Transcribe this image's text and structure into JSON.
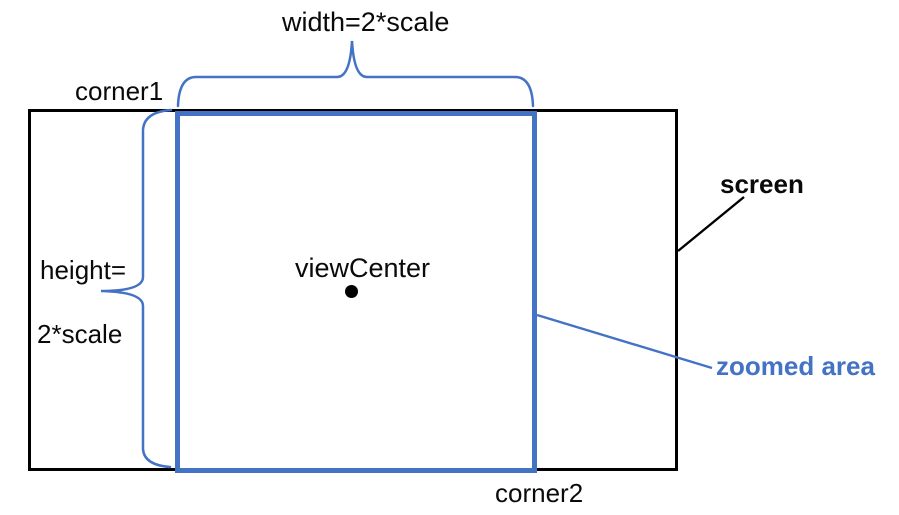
{
  "diagram": {
    "title_context": "screen and zoomed area geometry diagram",
    "labels": {
      "width_formula": "width=2*scale",
      "corner1": "corner1",
      "height_formula_line1": "height=",
      "height_formula_line2": "2*scale",
      "view_center": "viewCenter",
      "screen": "screen",
      "zoomed_area": "zoomed area",
      "corner2": "corner2"
    },
    "shapes": {
      "screen_rect": "outer black rectangle representing the screen",
      "zoomed_rect": "inner blue rectangle representing the zoomed area",
      "view_center_dot": "black dot marking viewCenter",
      "width_brace": "blue horizontal curly brace spanning zoomed area width",
      "height_brace": "blue vertical curly brace spanning zoomed area height",
      "screen_leader_line": "black line from screen edge to screen label",
      "zoomed_leader_line": "blue line from zoomed area edge to zoomed area label"
    },
    "colors": {
      "accent_blue": "#4472C4",
      "line_black": "#000000",
      "background": "#ffffff"
    }
  }
}
